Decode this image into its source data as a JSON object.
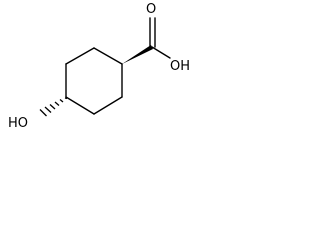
{
  "molecule": {
    "atoms": {
      "carbonyl_oxygen": "O",
      "acid_hydroxyl": "OH",
      "ring_hydroxyl": "HO"
    },
    "colors": {
      "bond": "#000000",
      "background": "#ffffff"
    }
  }
}
